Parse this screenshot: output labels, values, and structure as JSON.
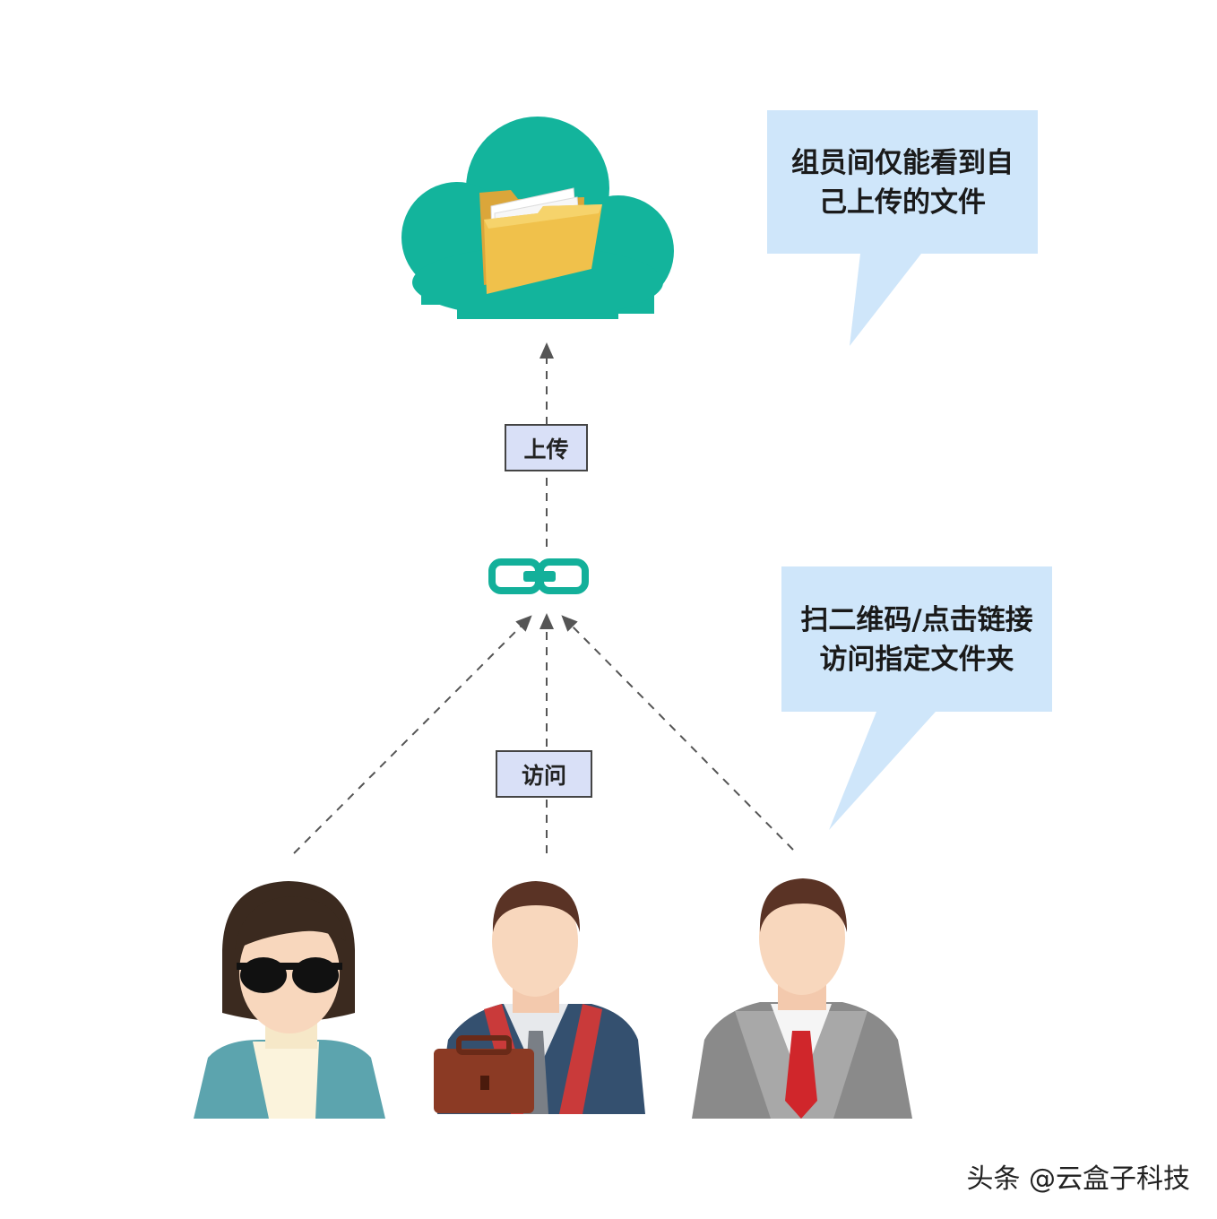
{
  "callouts": {
    "top_line1": "组员间仅能看到自",
    "top_line2": "己上传的文件",
    "bottom_line1": "扫二维码/点击链接",
    "bottom_line2": "访问指定文件夹"
  },
  "steps": {
    "upload": "上传",
    "access": "访问"
  },
  "watermark": "头条 @云盒子科技",
  "colors": {
    "cloud": "#13b49c",
    "link": "#13b09a",
    "callout_bg": "#cfe6fa",
    "step_bg": "#d9e0f7",
    "folder": "#f0c14b"
  },
  "icons": [
    "cloud-icon",
    "folder-icon",
    "link-icon",
    "woman-sunglasses-avatar",
    "man-briefcase-avatar",
    "man-gray-suit-avatar"
  ]
}
